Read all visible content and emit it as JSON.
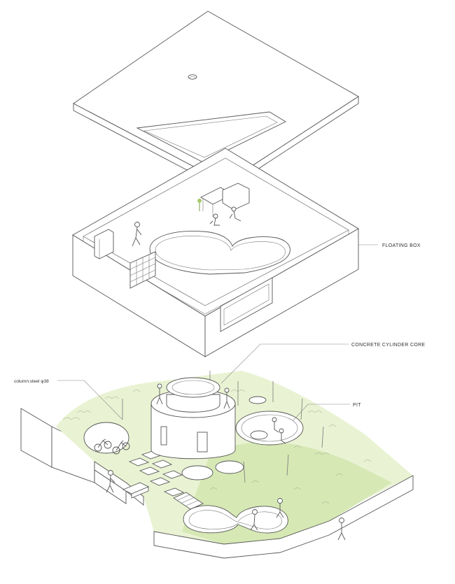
{
  "labels": {
    "floating_box": "FLOATING BOX",
    "concrete_core": "CONCRETE CYLINDER CORE",
    "pit": "PIT",
    "column": "column:steel φ38"
  }
}
